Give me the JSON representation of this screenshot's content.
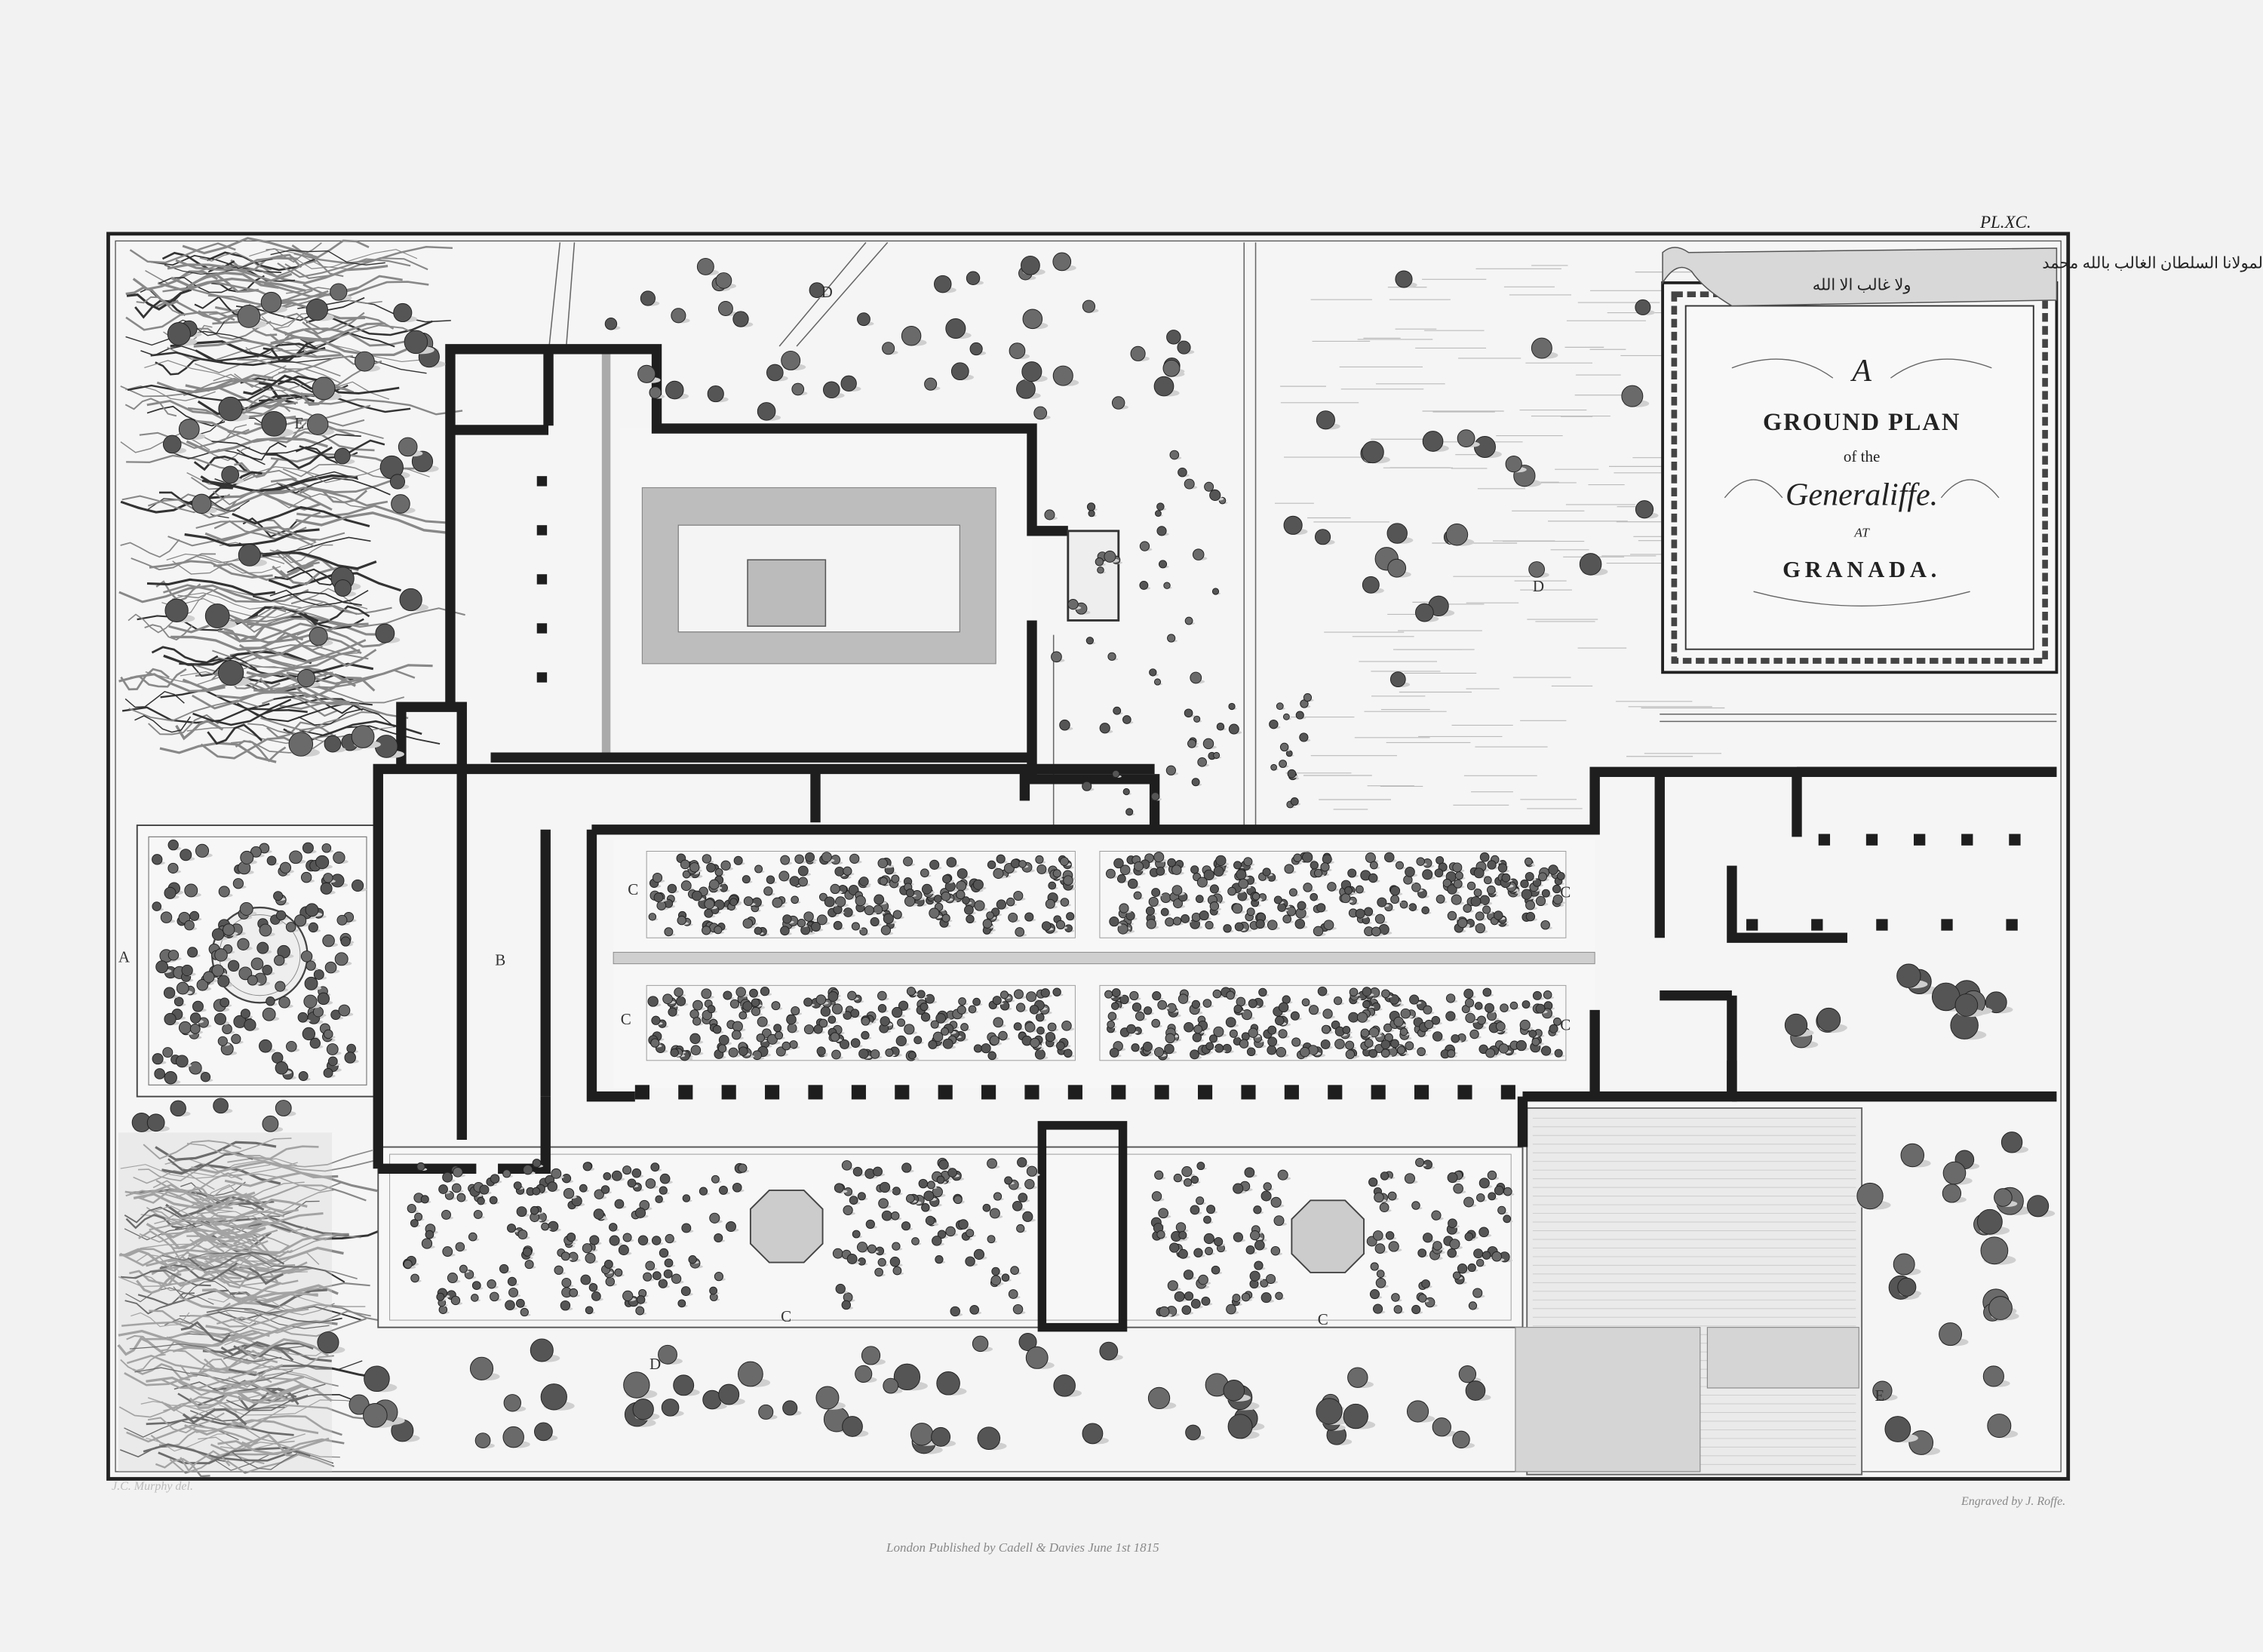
{
  "plate_number": "PL.XC.",
  "cartouche": {
    "inscription_line1": "العز لمولانا السلطان الغالب بالله محمد",
    "inscription_line2": "ولا غالب الا الله",
    "title_a": "A",
    "title_main": "GROUND PLAN",
    "title_of": "of the",
    "title_name": "Generaliffe.",
    "title_at": "AT",
    "title_place": "GRANADA."
  },
  "labels": {
    "A": "A",
    "B": "B",
    "C": "C",
    "D": "D",
    "E": "E"
  },
  "credits": {
    "draughtsman": "J.C. Murphy del.",
    "publisher": "London Published by Cadell & Davies June 1st 1815",
    "engraver": "Engraved by J. Roffe."
  },
  "colors": {
    "paper": "#f2f2f2",
    "ink": "#1e1e1e",
    "wash": "#bdbdbd"
  }
}
